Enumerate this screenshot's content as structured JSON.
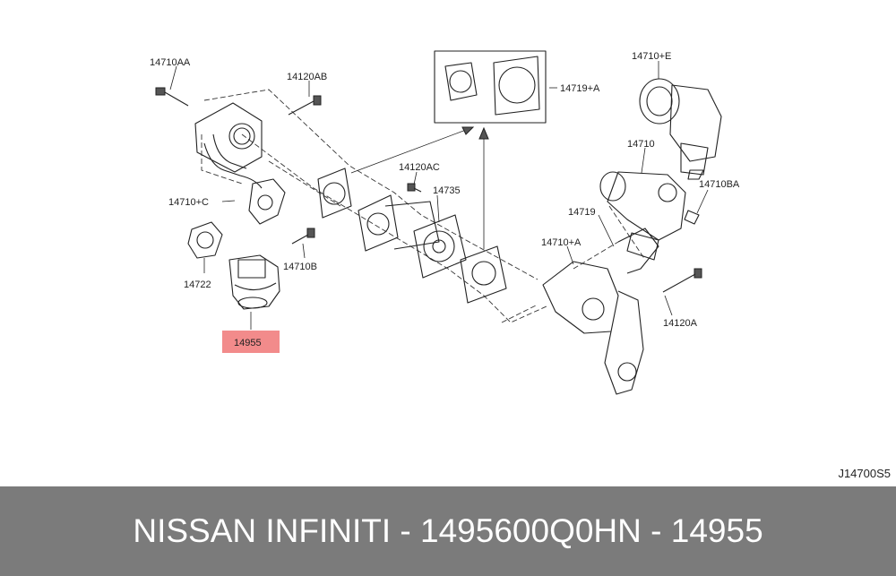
{
  "labels": {
    "p14710AA": "14710AA",
    "p14120AB": "14120AB",
    "p14719A": "14719+A",
    "p14710E": "14710+E",
    "p14710": "14710",
    "p14710BA": "14710BA",
    "p14120AC": "14120AC",
    "p14735": "14735",
    "p14719": "14719",
    "p14710C": "14710+C",
    "p14710A": "14710+A",
    "p14722": "14722",
    "p14710B": "14710B",
    "p14120A": "14120A",
    "p14955": "14955"
  },
  "highlight_color": "#f28b8b",
  "reference_code": "J14700S5",
  "footer": {
    "brand": "NISSAN INFINITI - 1495600Q0H",
    "part": "N - 14955"
  }
}
